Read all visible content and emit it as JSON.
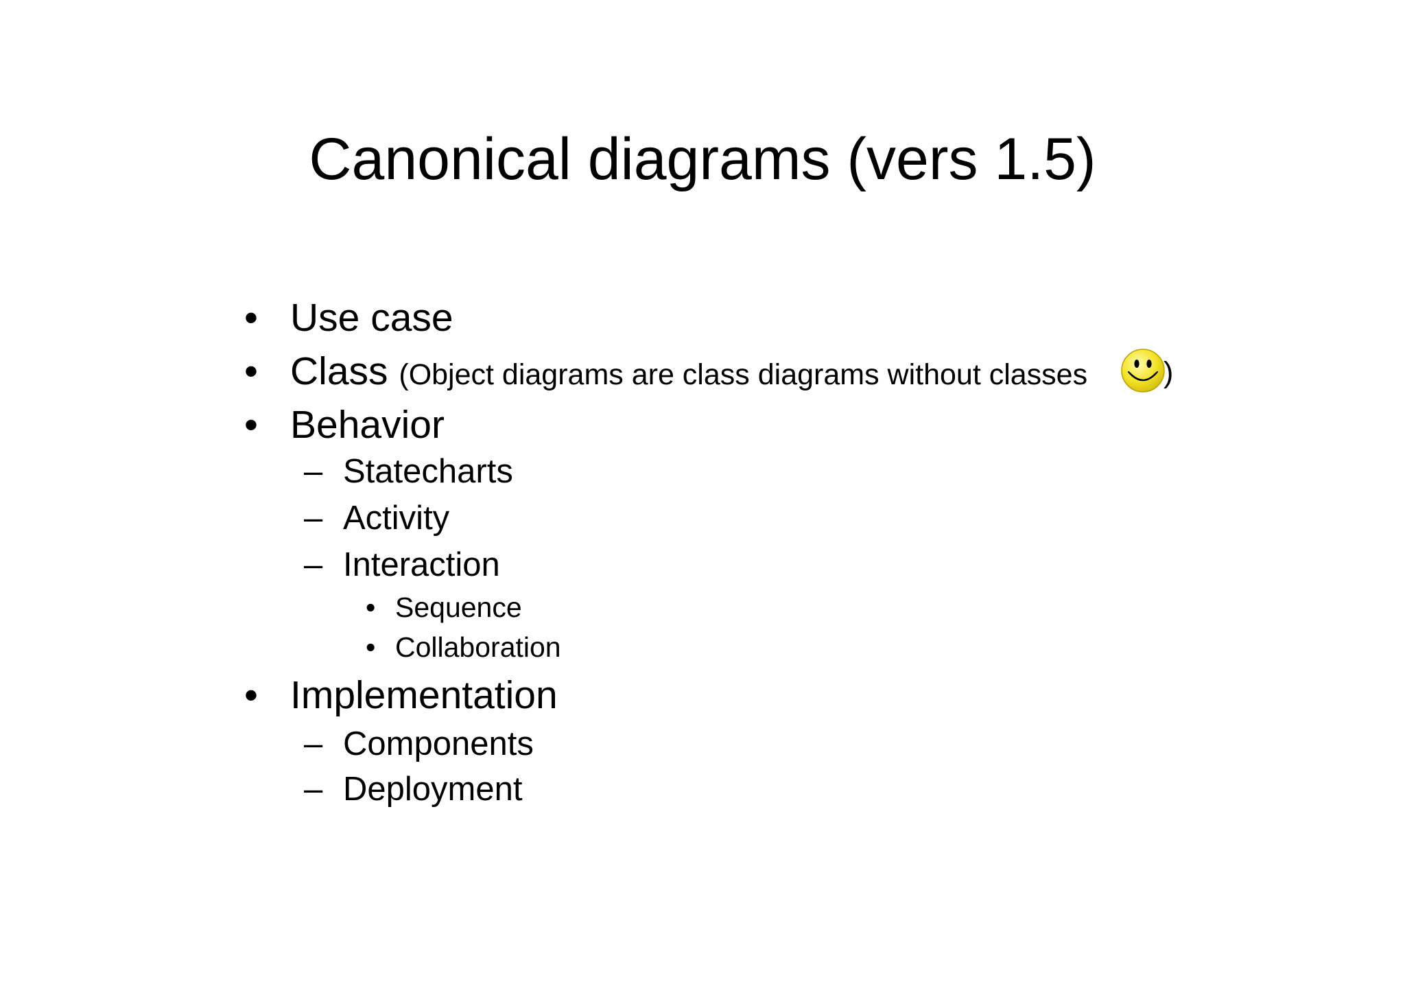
{
  "slide": {
    "title": "Canonical diagrams (vers 1.5)",
    "bullet_glyph": "•",
    "dash_glyph": "–",
    "items": [
      {
        "label": "Use case"
      },
      {
        "label": "Class",
        "aside": "(Object diagrams are class diagrams without classes",
        "aside_icon": "smiley-face-icon",
        "aside_close": ")"
      },
      {
        "label": "Behavior",
        "children": [
          {
            "label": "Statecharts"
          },
          {
            "label": "Activity"
          },
          {
            "label": "Interaction",
            "children": [
              {
                "label": "Sequence"
              },
              {
                "label": "Collaboration"
              }
            ]
          }
        ]
      },
      {
        "label": "Implementation",
        "children": [
          {
            "label": "Components"
          },
          {
            "label": "Deployment"
          }
        ]
      }
    ]
  },
  "colors": {
    "background": "#ffffff",
    "text": "#000000",
    "smiley_face": "#f5e52a",
    "smiley_outline": "#b8a400"
  }
}
